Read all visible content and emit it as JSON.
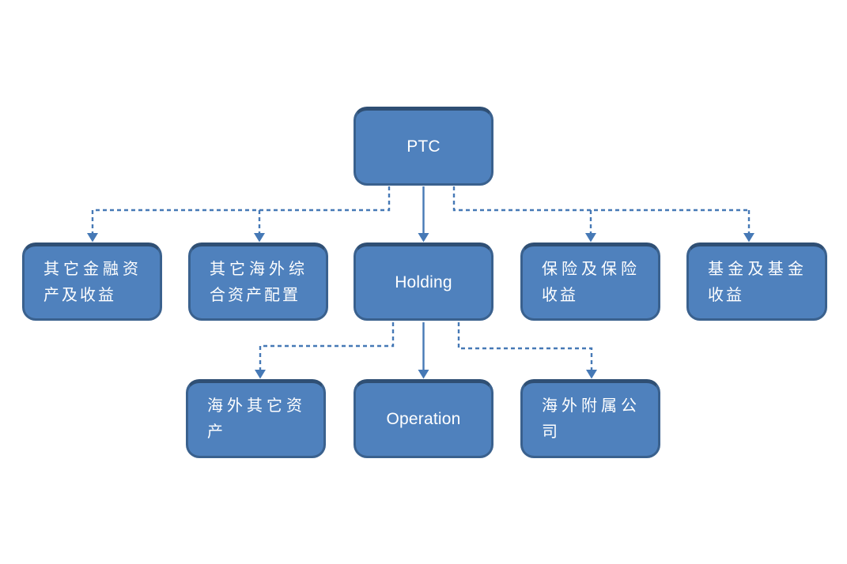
{
  "diagram": {
    "type": "org-chart",
    "colors": {
      "node_fill": "#4F81BD",
      "node_border": "#3A618E",
      "node_border_top": "#2F4F74",
      "connector": "#4679B6",
      "text": "#FFFFFF",
      "canvas_bg": "#FFFFFF"
    },
    "nodes": {
      "ptc": {
        "label": "PTC"
      },
      "other_financial": {
        "label": "其它金融资产及收益"
      },
      "overseas_comprehensive": {
        "label": "其它海外综合资产配置"
      },
      "holding": {
        "label": "Holding"
      },
      "insurance": {
        "label": "保险及保险收益"
      },
      "funds": {
        "label": "基金及基金收益"
      },
      "overseas_other_assets": {
        "label": "海外其它资产"
      },
      "operation": {
        "label": "Operation"
      },
      "overseas_subsidiaries": {
        "label": "海外附属公司"
      }
    },
    "edges": [
      {
        "from": "ptc",
        "to": "other_financial",
        "style": "dashed",
        "arrow": "filled-triangle"
      },
      {
        "from": "ptc",
        "to": "overseas_comprehensive",
        "style": "dashed",
        "arrow": "filled-triangle"
      },
      {
        "from": "ptc",
        "to": "holding",
        "style": "solid",
        "arrow": "filled-triangle"
      },
      {
        "from": "ptc",
        "to": "insurance",
        "style": "dashed",
        "arrow": "filled-triangle"
      },
      {
        "from": "ptc",
        "to": "funds",
        "style": "dashed",
        "arrow": "filled-triangle"
      },
      {
        "from": "holding",
        "to": "overseas_other_assets",
        "style": "dashed",
        "arrow": "filled-triangle"
      },
      {
        "from": "holding",
        "to": "operation",
        "style": "solid",
        "arrow": "filled-triangle"
      },
      {
        "from": "holding",
        "to": "overseas_subsidiaries",
        "style": "dashed",
        "arrow": "filled-triangle"
      }
    ]
  }
}
